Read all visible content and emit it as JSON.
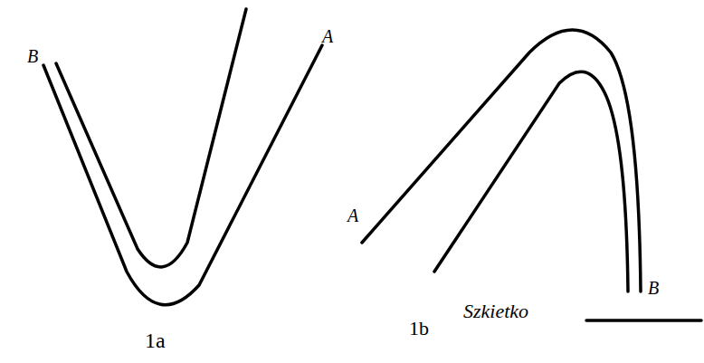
{
  "diagram": {
    "labels": [
      "B",
      "A",
      "1a",
      "A",
      "B",
      "1b",
      "Szkietko"
    ]
  }
}
